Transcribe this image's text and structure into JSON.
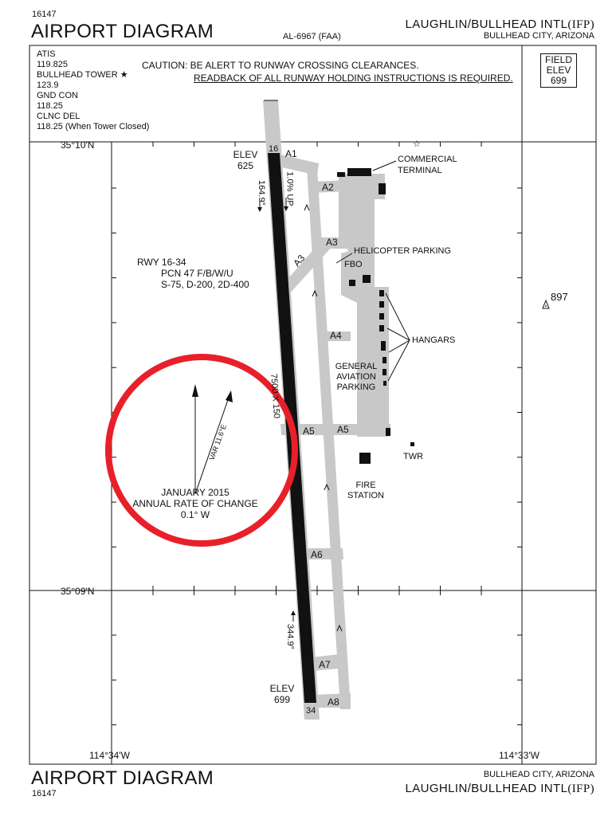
{
  "header": {
    "volume_code": "16147",
    "title": "AIRPORT DIAGRAM",
    "procedure_id": "AL-6967 (FAA)",
    "airport_name": "LAUGHLIN/BULLHEAD INTL",
    "airport_id": "(IFP)",
    "city_state": "BULLHEAD CITY, ARIZONA"
  },
  "frequencies": {
    "atis_label": "ATIS",
    "atis_freq": "119.825",
    "tower_label": "BULLHEAD TOWER",
    "tower_freq": "123.9",
    "gnd_label": "GND CON",
    "gnd_freq": "118.25",
    "clnc_label": "CLNC DEL",
    "clnc_freq": "118.25 (When Tower Closed)"
  },
  "caution": {
    "line1": "CAUTION: BE ALERT TO RUNWAY CROSSING CLEARANCES.",
    "line2": "READBACK OF ALL RUNWAY HOLDING INSTRUCTIONS IS REQUIRED."
  },
  "field_elev": {
    "line1": "FIELD",
    "line2": "ELEV",
    "value": "699"
  },
  "coordinates": {
    "lat_north": "35°10'N",
    "lat_south": "35°09'N",
    "lon_west": "114°34'W",
    "lon_east": "114°33'W"
  },
  "runway": {
    "designator": "RWY 16-34",
    "pcn": "PCN 47 F/B/W/U",
    "strength": "S-75, D-200, 2D-400",
    "dimensions": "7500 X 150",
    "end_north": "16",
    "end_south": "34",
    "heading_north": "164.9°",
    "heading_south": "344.9°",
    "slope": "1.0% UP",
    "elev_north_label": "ELEV",
    "elev_north": "625",
    "elev_south_label": "ELEV",
    "elev_south": "699"
  },
  "taxiways": [
    "A1",
    "A2",
    "A3",
    "A3",
    "A4",
    "A5",
    "A5",
    "A6",
    "A7",
    "A8"
  ],
  "taxiway_parallel": "A",
  "facilities": {
    "commercial_terminal": "COMMERCIAL\nTERMINAL",
    "helicopter_parking": "HELICOPTER PARKING",
    "fbo": "FBO",
    "hangars": "HANGARS",
    "general_aviation": "GENERAL\nAVIATION\nPARKING",
    "fire_station": "FIRE\nSTATION",
    "tower": "TWR",
    "obstacle_elev": "897"
  },
  "magvar": {
    "variation": "VAR 11.6°E",
    "date": "JANUARY 2015",
    "rate_label": "ANNUAL RATE OF CHANGE",
    "rate": "0.1° W"
  },
  "footer": {
    "title": "AIRPORT DIAGRAM",
    "volume_code": "16147",
    "city_state": "BULLHEAD CITY, ARIZONA",
    "airport_name": "LAUGHLIN/BULLHEAD INTL",
    "airport_id": "(IFP)"
  },
  "colors": {
    "ink": "#111111",
    "pavement": "#c8c8c8",
    "annotation": "#e8202a"
  }
}
